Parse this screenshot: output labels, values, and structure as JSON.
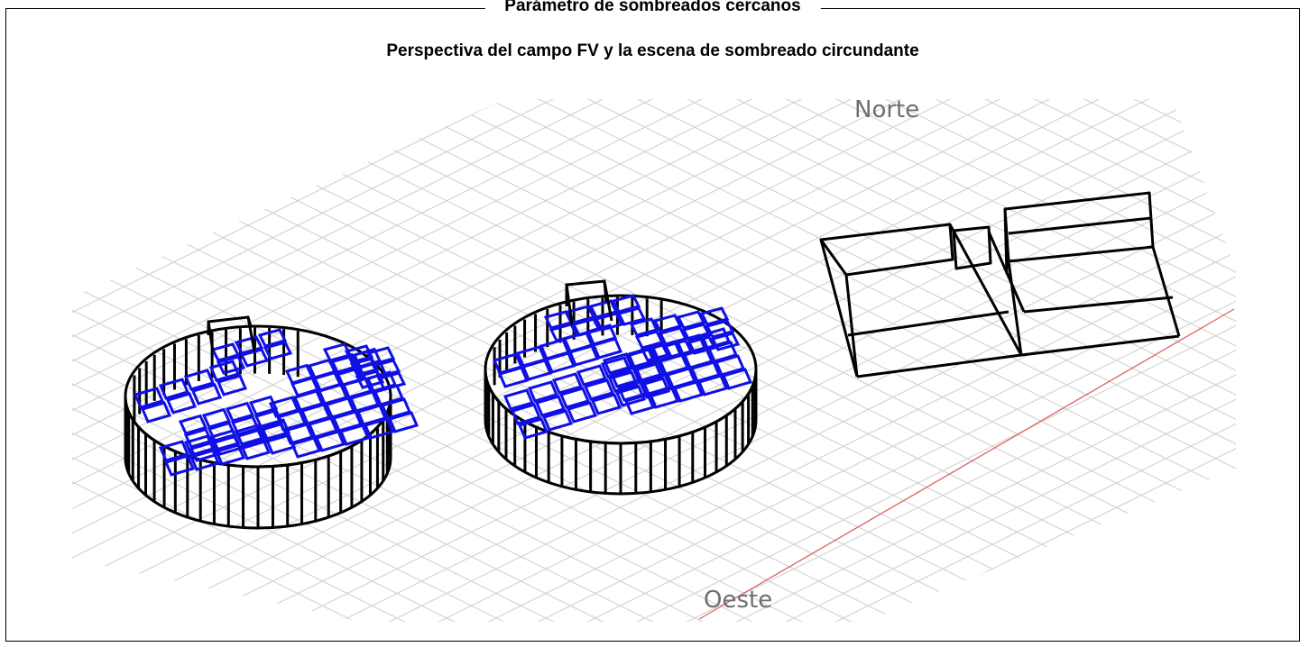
{
  "panel": {
    "title": "Parámetro de sombreados cercanos",
    "subtitle": "Perspectiva del campo FV y la escena de sombreado circundante"
  },
  "scene": {
    "compass": {
      "north": "Norte",
      "west": "Oeste"
    },
    "colors": {
      "grid": "#d4d4d4",
      "structure": "#000000",
      "pv_modules": "#1010e6",
      "axis": "#e06060"
    }
  }
}
